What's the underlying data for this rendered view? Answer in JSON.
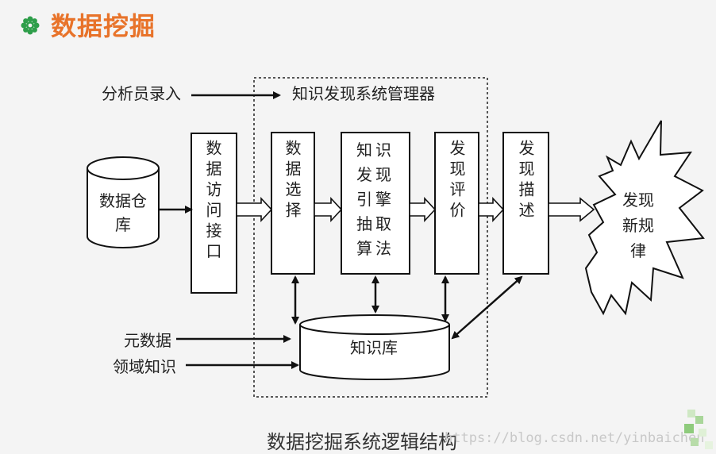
{
  "title": "数据挖掘",
  "caption": "数据挖掘系统逻辑结构",
  "watermark": "https://blog.csdn.net/yinbaichen",
  "manager_label": "知识发现系统管理器",
  "inputs": {
    "analyst": "分析员录入",
    "metadata": "元数据",
    "domain_knowledge": "领域知识"
  },
  "nodes": {
    "warehouse": "数据仓库",
    "access_interface": "数据访问接口",
    "data_selection": "数据选择",
    "mining_engine": "知识发现引擎抽取算法",
    "evaluation": "发现评价",
    "description": "发现描述",
    "knowledge_base": "知识库",
    "new_rules": "发现新规律"
  },
  "colors": {
    "title": "#e8732a",
    "icon": "#2e9e4a"
  }
}
